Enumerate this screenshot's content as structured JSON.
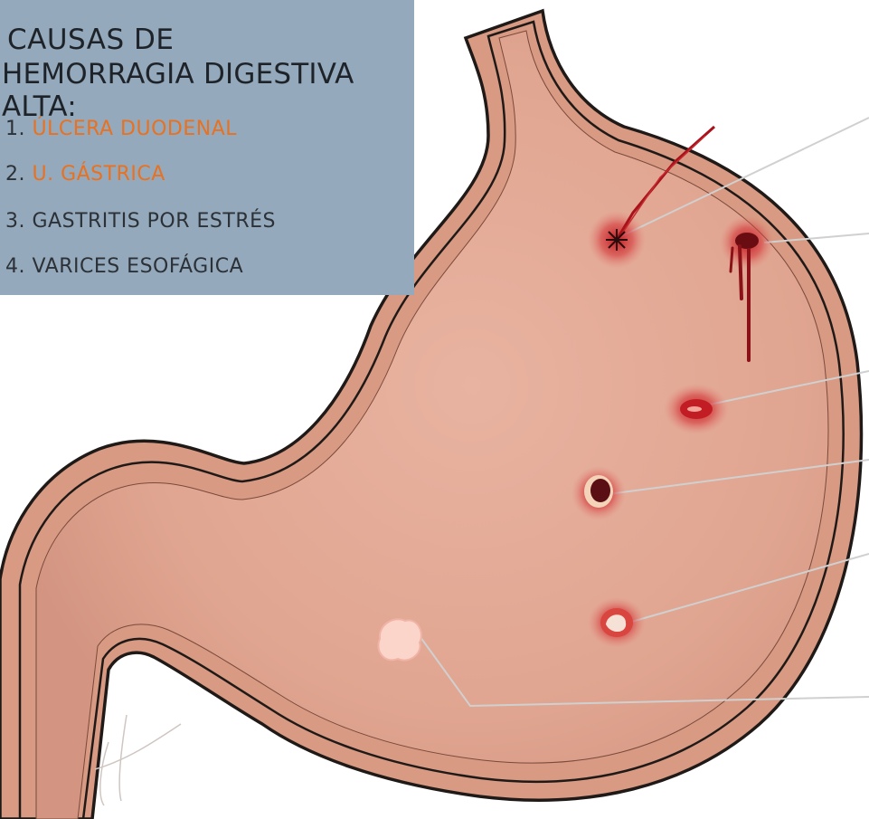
{
  "heading": {
    "line1": "CAUSAS DE",
    "line2": "HEMORRAGIA DIGESTIVA ALTA:"
  },
  "causes": [
    {
      "number": "1.",
      "label": "ÚLCERA DUODENAL",
      "highlight": true
    },
    {
      "number": "2.",
      "label": "U. GÁSTRICA",
      "highlight": true
    },
    {
      "number": "3.",
      "label": "GASTRITIS POR ESTRÉS",
      "highlight": false
    },
    {
      "number": "4.",
      "label": "VARICES ESOFÁGICA",
      "highlight": false
    }
  ],
  "colors": {
    "panel": "#94a9bb",
    "highlight": "#e9711f",
    "stomach_wall": "#d89a82",
    "stomach_inner": "#e2a894",
    "lesion_red": "#b01820",
    "callout_line": "#c9c9c9"
  },
  "lesions": [
    {
      "kind": "perforation-star-icon"
    },
    {
      "kind": "bleeding-ulcer-icon"
    },
    {
      "kind": "erosion-icon"
    },
    {
      "kind": "deep-crater-ulcer-icon"
    },
    {
      "kind": "clean-base-ulcer-icon"
    },
    {
      "kind": "pale-scar-icon"
    }
  ]
}
